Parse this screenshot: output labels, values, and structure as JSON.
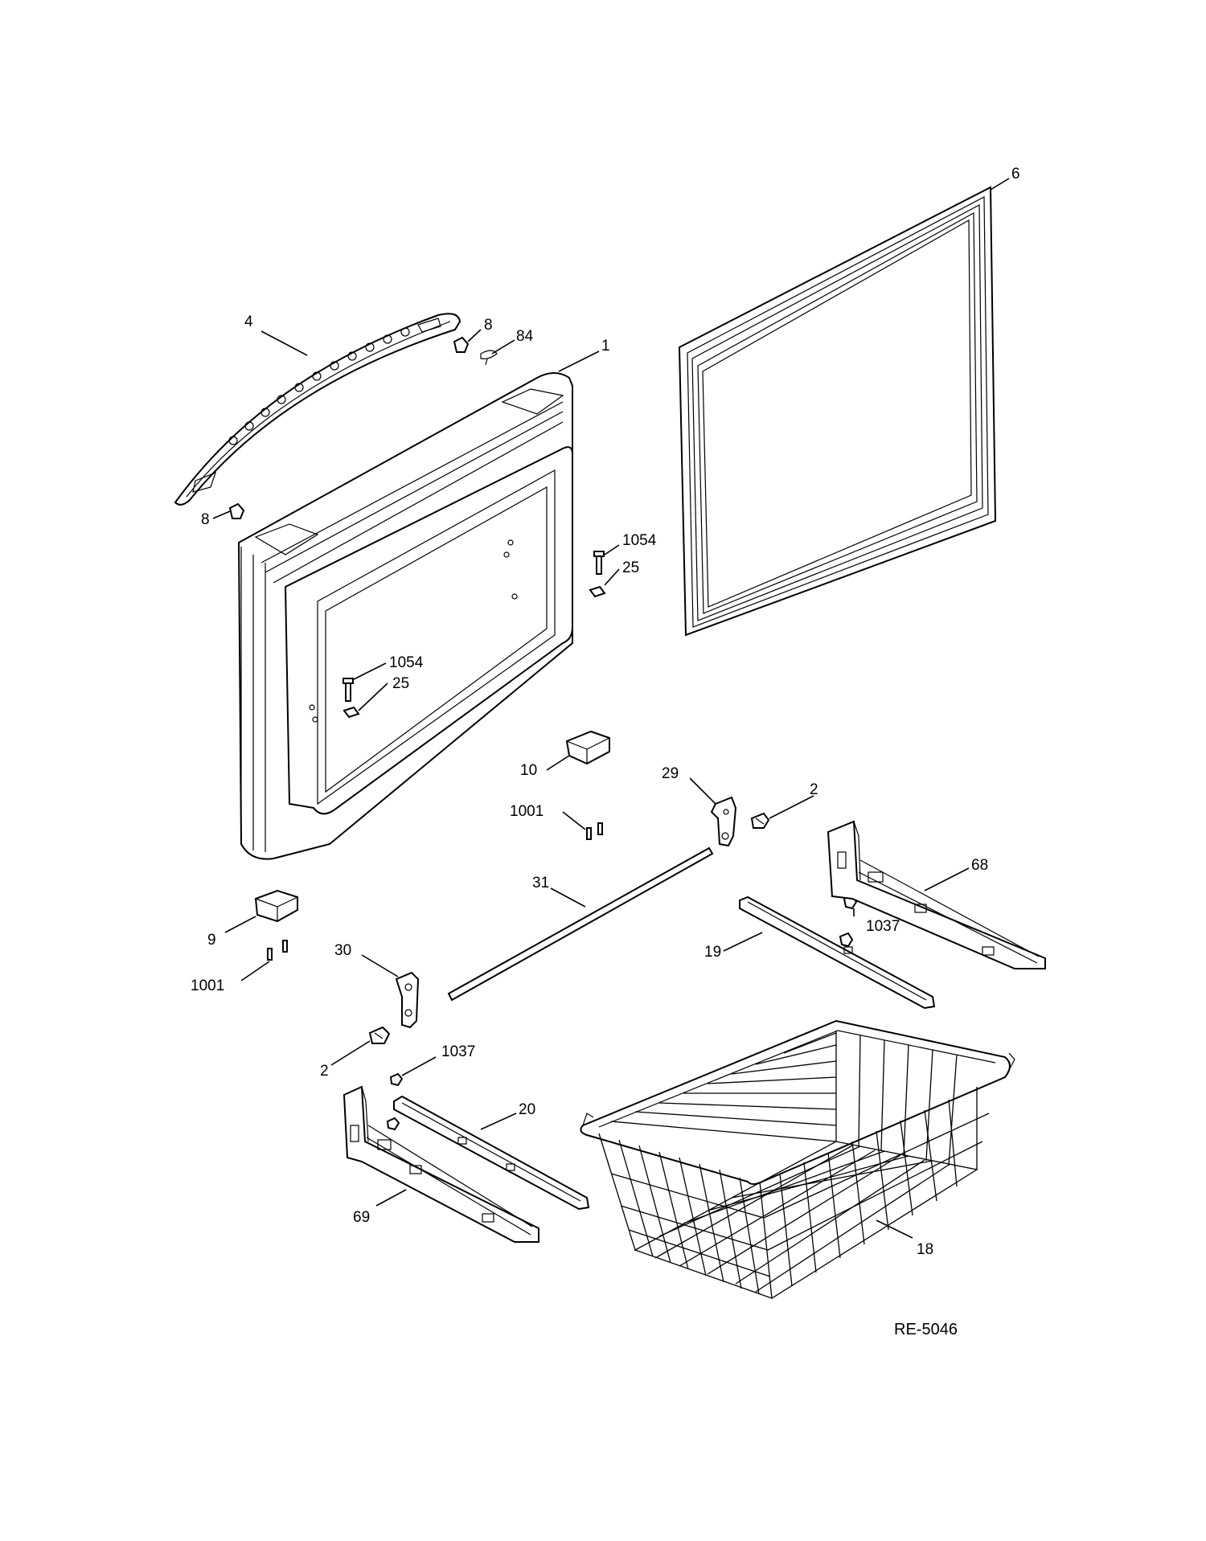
{
  "diagram": {
    "reference_code": "RE-5046",
    "callouts": [
      {
        "id": "c-4",
        "label": "4"
      },
      {
        "id": "c-8a",
        "label": "8"
      },
      {
        "id": "c-84",
        "label": "84"
      },
      {
        "id": "c-1",
        "label": "1"
      },
      {
        "id": "c-6",
        "label": "6"
      },
      {
        "id": "c-8b",
        "label": "8"
      },
      {
        "id": "c-1054a",
        "label": "1054"
      },
      {
        "id": "c-25a",
        "label": "25"
      },
      {
        "id": "c-1054b",
        "label": "1054"
      },
      {
        "id": "c-25b",
        "label": "25"
      },
      {
        "id": "c-10",
        "label": "10"
      },
      {
        "id": "c-1001a",
        "label": "1001"
      },
      {
        "id": "c-29",
        "label": "29"
      },
      {
        "id": "c-2a",
        "label": "2"
      },
      {
        "id": "c-68",
        "label": "68"
      },
      {
        "id": "c-31",
        "label": "31"
      },
      {
        "id": "c-1037a",
        "label": "1037"
      },
      {
        "id": "c-19",
        "label": "19"
      },
      {
        "id": "c-9",
        "label": "9"
      },
      {
        "id": "c-1001b",
        "label": "1001"
      },
      {
        "id": "c-30",
        "label": "30"
      },
      {
        "id": "c-2b",
        "label": "2"
      },
      {
        "id": "c-1037b",
        "label": "1037"
      },
      {
        "id": "c-20",
        "label": "20"
      },
      {
        "id": "c-69",
        "label": "69"
      },
      {
        "id": "c-18",
        "label": "18"
      }
    ]
  }
}
